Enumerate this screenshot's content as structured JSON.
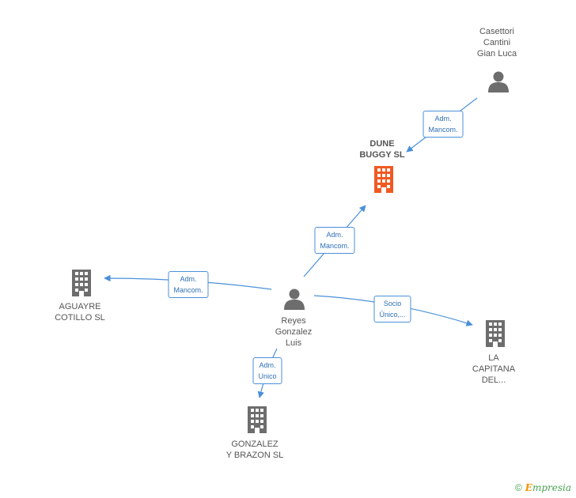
{
  "nodes": {
    "casettori": {
      "label": [
        "Casettori",
        "Cantini",
        "Gian Luca"
      ],
      "kind": "person"
    },
    "dune": {
      "label": [
        "DUNE",
        "BUGGY SL"
      ],
      "kind": "company-main"
    },
    "reyes": {
      "label": [
        "Reyes",
        "Gonzalez",
        "Luis"
      ],
      "kind": "person"
    },
    "aguayre": {
      "label": [
        "AGUAYRE",
        "COTILLO SL"
      ],
      "kind": "company"
    },
    "capitana": {
      "label": [
        "LA",
        "CAPITANA",
        "DEL..."
      ],
      "kind": "company"
    },
    "gonzalez": {
      "label": [
        "GONZALEZ",
        "Y BRAZON SL"
      ],
      "kind": "company"
    }
  },
  "edges": {
    "casettori_dune": [
      "Adm.",
      "Mancom."
    ],
    "reyes_dune": [
      "Adm.",
      "Mancom."
    ],
    "reyes_aguayre": [
      "Adm.",
      "Mancom."
    ],
    "reyes_capitana": [
      "Socio",
      "Único,..."
    ],
    "reyes_gonzalez": [
      "Adm.",
      "Unico"
    ]
  },
  "colors": {
    "edge": "#4a90d9",
    "person": "#6d6d6d",
    "company": "#6d6d6d",
    "company_main": "#f05a22"
  },
  "watermark": {
    "copyright": "©",
    "brand_first": "E",
    "brand_rest": "mpresia"
  }
}
